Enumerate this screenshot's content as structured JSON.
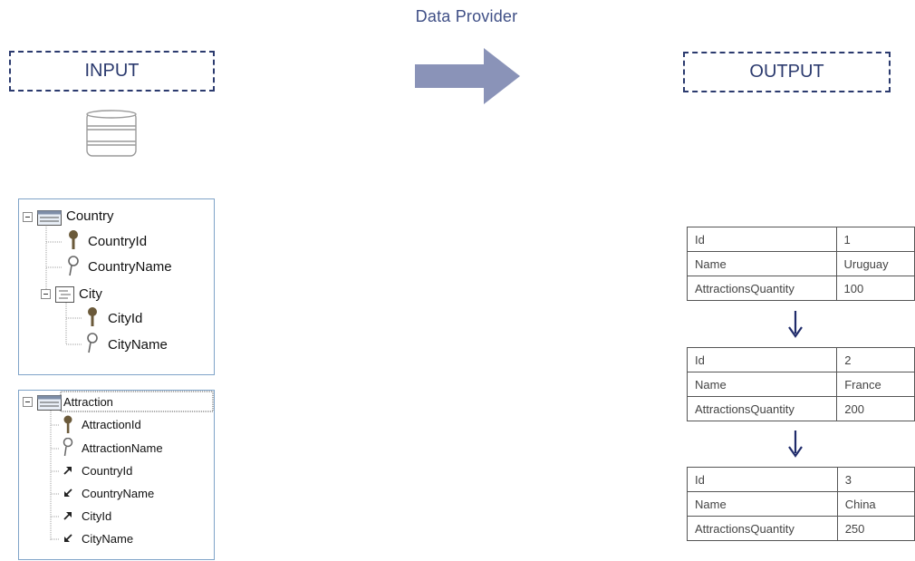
{
  "title": "Data Provider",
  "input_label": "INPUT",
  "output_label": "OUTPUT",
  "colors": {
    "accent": "#2b3a6e",
    "arrow": "#8a93b8",
    "panel_border": "#7fa3c8"
  },
  "country_tree": {
    "root": "Country",
    "attrs": [
      "CountryId",
      "CountryName"
    ],
    "sub": "City",
    "sub_attrs": [
      "CityId",
      "CityName"
    ]
  },
  "attraction_tree": {
    "root": "Attraction",
    "attrs": [
      "AttractionId",
      "AttractionName",
      "CountryId",
      "CountryName",
      "CityId",
      "CityName"
    ]
  },
  "output_records": [
    {
      "rows": [
        {
          "k": "Id",
          "v": "1"
        },
        {
          "k": "Name",
          "v": "Uruguay"
        },
        {
          "k": "AttractionsQuantity",
          "v": "100"
        }
      ]
    },
    {
      "rows": [
        {
          "k": "Id",
          "v": "2"
        },
        {
          "k": "Name",
          "v": "France"
        },
        {
          "k": "AttractionsQuantity",
          "v": "200"
        }
      ]
    },
    {
      "rows": [
        {
          "k": "Id",
          "v": "3"
        },
        {
          "k": "Name",
          "v": "China"
        },
        {
          "k": "AttractionsQuantity",
          "v": "250"
        }
      ]
    }
  ]
}
